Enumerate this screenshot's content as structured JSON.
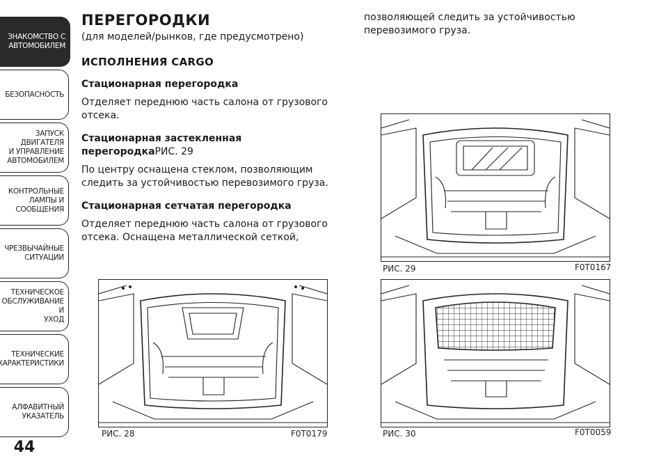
{
  "sidebar": {
    "tabs": [
      {
        "label": "ЗНАКОМСТВО С\nАВТОМОБИЛЕМ",
        "active": true
      },
      {
        "label": "БЕЗОПАСНОСТЬ",
        "active": false
      },
      {
        "label": "ЗАПУСК ДВИГАТЕЛЯ\nИ УПРАВЛЕНИЕ\nАВТОМОБИЛЕМ",
        "active": false
      },
      {
        "label": "КОНТРОЛЬНЫЕ\nЛАМПЫ И\nСООБЩЕНИЯ",
        "active": false
      },
      {
        "label": "ЧРЕЗВЫЧАЙНЫЕ\nСИТУАЦИИ",
        "active": false
      },
      {
        "label": "ТЕХНИЧЕСКОЕ\nОБСЛУЖИВАНИЕ И\nУХОД",
        "active": false
      },
      {
        "label": "ТЕХНИЧЕСКИЕ\nХАРАКТЕРИСТИКИ",
        "active": false
      },
      {
        "label": "АЛФАВИТНЫЙ\nУКАЗАТЕЛЬ",
        "active": false
      }
    ],
    "page_number": "44"
  },
  "content": {
    "title": "ПЕРЕГОРОДКИ",
    "subtitle": "(для моделей/рынков, где предусмотрено)",
    "section": "ИСПОЛНЕНИЯ CARGO",
    "items": [
      {
        "heading": "Стационарная перегородка",
        "ref": "",
        "text": "Отделяет переднюю часть салона от грузового отсека."
      },
      {
        "heading": "Стационарная застекленная перегородка",
        "ref": "РИС. 29",
        "text": "По центру оснащена стеклом, позволяющим следить за устойчивостью перевозимого груза."
      },
      {
        "heading": "Стационарная сетчатая перегородка",
        "ref": "",
        "text": "Отделяет переднюю часть салона от грузового отсека. Оснащена металлической сеткой,"
      }
    ],
    "continuation": "позволяющей следить за устойчивостью перевозимого груза."
  },
  "figures": {
    "fig28": {
      "label": "РИС. 28",
      "code": "F0T0179"
    },
    "fig29": {
      "label": "РИС. 29",
      "code": "F0T0167"
    },
    "fig30": {
      "label": "РИС. 30",
      "code": "F0T0059"
    }
  }
}
